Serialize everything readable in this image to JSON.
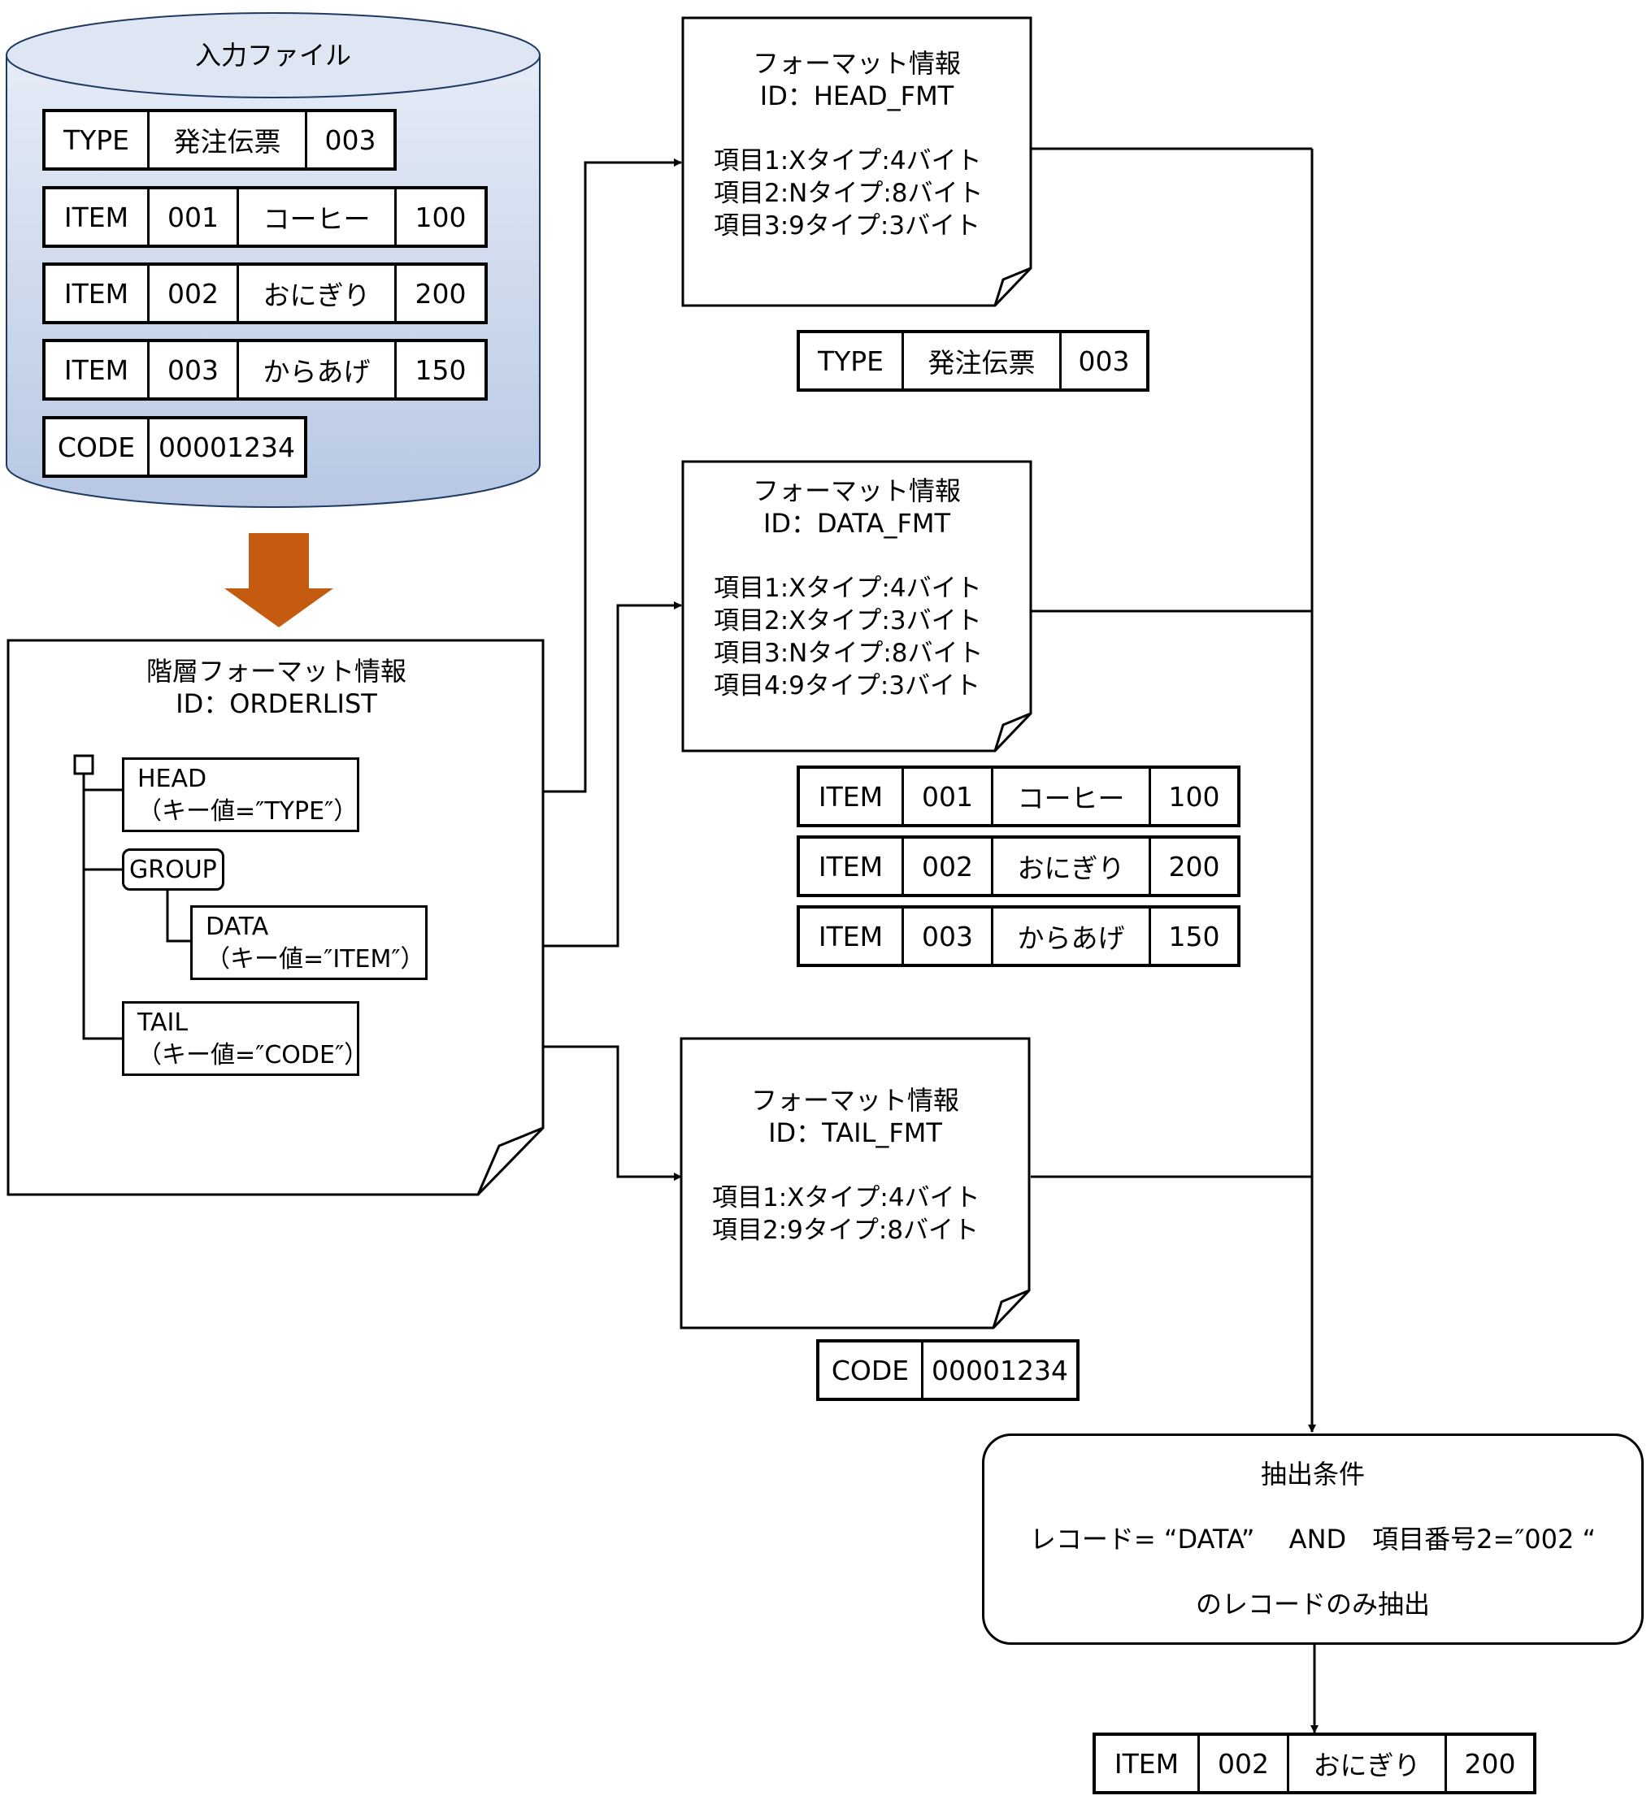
{
  "input_file": {
    "title": "入力ファイル",
    "records": [
      [
        "TYPE",
        "発注伝票",
        "003"
      ],
      [
        "ITEM",
        "001",
        "コーヒー",
        "100"
      ],
      [
        "ITEM",
        "002",
        "おにぎり",
        "200"
      ],
      [
        "ITEM",
        "003",
        "からあげ",
        "150"
      ],
      [
        "CODE",
        "00001234"
      ]
    ]
  },
  "hierarchy": {
    "title": "階層フォーマット情報",
    "id_line": "ID：ORDERLIST",
    "nodes": {
      "head_name": "HEAD",
      "head_key": "（キー値=″TYPE″）",
      "group": "GROUP",
      "data_name": "DATA",
      "data_key": "（キー値=″ITEM″）",
      "tail_name": "TAIL",
      "tail_key": "（キー値=″CODE″）"
    }
  },
  "formats": [
    {
      "title": "フォーマット情報",
      "id_line": "ID：HEAD_FMT",
      "items": [
        "項目1:Xタイプ:4バイト",
        "項目2:Nタイプ:8バイト",
        "項目3:9タイプ:3バイト"
      ]
    },
    {
      "title": "フォーマット情報",
      "id_line": "ID：DATA_FMT",
      "items": [
        "項目1:Xタイプ:4バイト",
        "項目2:Xタイプ:3バイト",
        "項目3:Nタイプ:8バイト",
        "項目4:9タイプ:3バイト"
      ]
    },
    {
      "title": "フォーマット情報",
      "id_line": "ID：TAIL_FMT",
      "items": [
        "項目1:Xタイプ:4バイト",
        "項目2:9タイプ:8バイト"
      ]
    }
  ],
  "head_records": [
    [
      "TYPE",
      "発注伝票",
      "003"
    ]
  ],
  "data_records": [
    [
      "ITEM",
      "001",
      "コーヒー",
      "100"
    ],
    [
      "ITEM",
      "002",
      "おにぎり",
      "200"
    ],
    [
      "ITEM",
      "003",
      "からあげ",
      "150"
    ]
  ],
  "tail_records": [
    [
      "CODE",
      "00001234"
    ]
  ],
  "condition": {
    "title": "抽出条件",
    "line1": "レコード= “DATA”　 AND　項目番号2=″002 “",
    "line2": "のレコードのみ抽出"
  },
  "result_records": [
    [
      "ITEM",
      "002",
      "おにぎり",
      "200"
    ]
  ],
  "colors": {
    "cylinder_fill_top": "#e6ecf7",
    "cylinder_fill_bottom": "#b8c8e3",
    "arrow_orange": "#c55a11",
    "line": "#000000"
  }
}
